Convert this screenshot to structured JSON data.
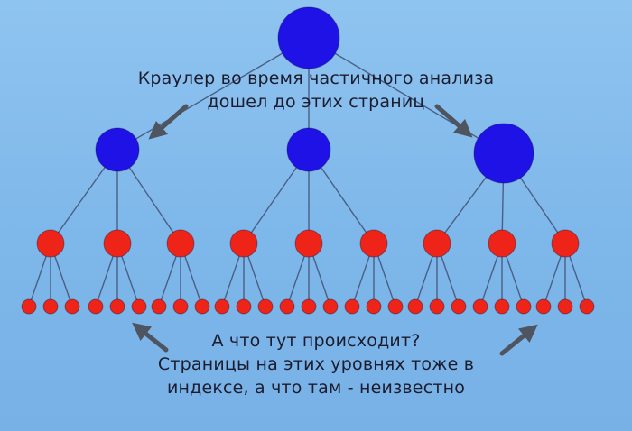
{
  "caption_top": {
    "line1": "Краулер во время частичного анализа",
    "line2": "дошел до этих страниц"
  },
  "caption_bottom": {
    "line1": "А что тут происходит?",
    "line2": "Страницы на этих уровнях тоже в",
    "line3": "индексе, а что там - неизвестно"
  },
  "colors": {
    "background": "#80b9eb",
    "crawled_node": "#1f12e6",
    "unknown_node": "#ee2418",
    "edge": "#4a5f86",
    "arrow": "#4f5560",
    "text": "#1c1c2e"
  },
  "tree": {
    "levels": 4,
    "crawled_levels": 2,
    "children_per_node": [
      3,
      3,
      3
    ]
  }
}
